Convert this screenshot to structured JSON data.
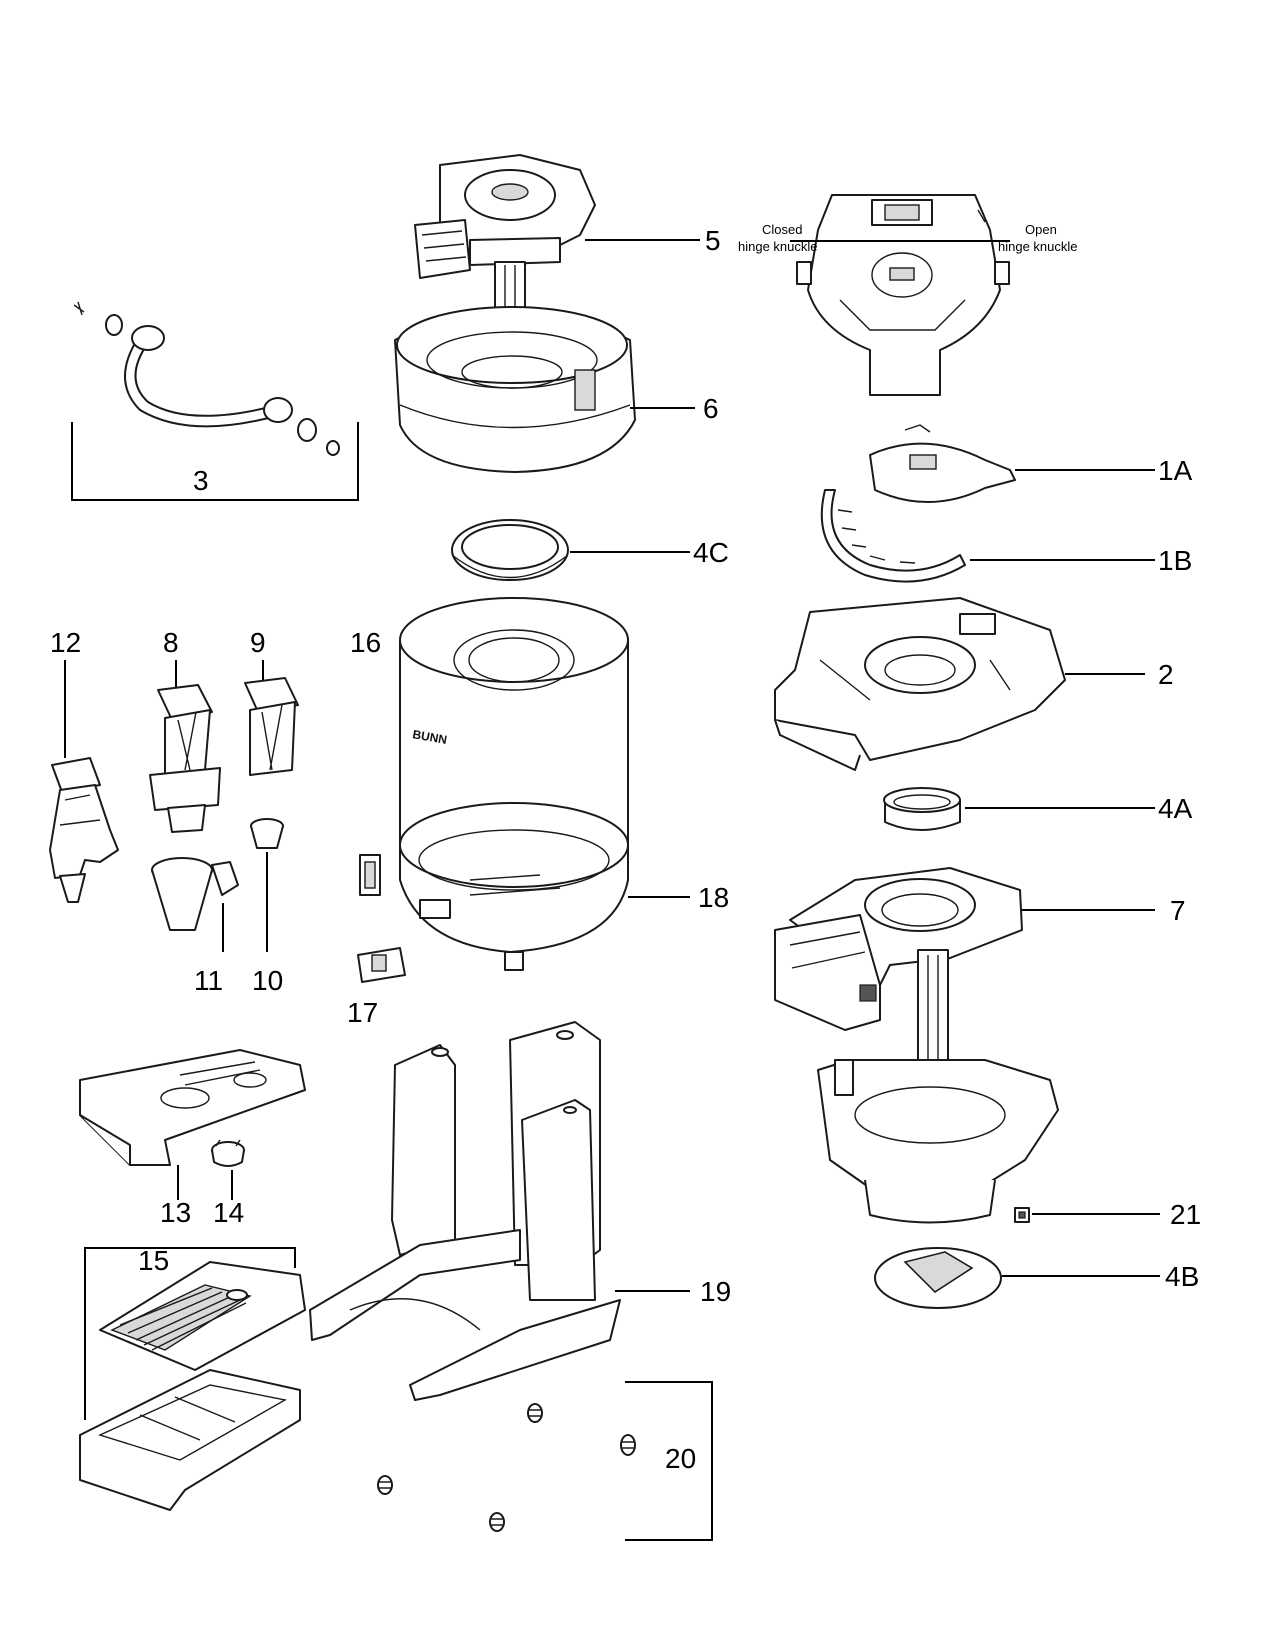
{
  "callouts": {
    "c5": "5",
    "c6": "6",
    "c3": "3",
    "c1A": "1A",
    "c1B": "1B",
    "c4C": "4C",
    "c2": "2",
    "c4A": "4A",
    "c12": "12",
    "c8": "8",
    "c9": "9",
    "c16": "16",
    "c18": "18",
    "c11": "11",
    "c10": "10",
    "c17": "17",
    "c7": "7",
    "c13": "13",
    "c14": "14",
    "c21": "21",
    "c4B": "4B",
    "c15": "15",
    "c19": "19",
    "c20": "20"
  },
  "annotations": {
    "closed_line1": "Closed",
    "closed_line2": "hinge knuckle",
    "open_line1": "Open",
    "open_line2": "hinge knuckle"
  },
  "emblem_text": "BUNN"
}
